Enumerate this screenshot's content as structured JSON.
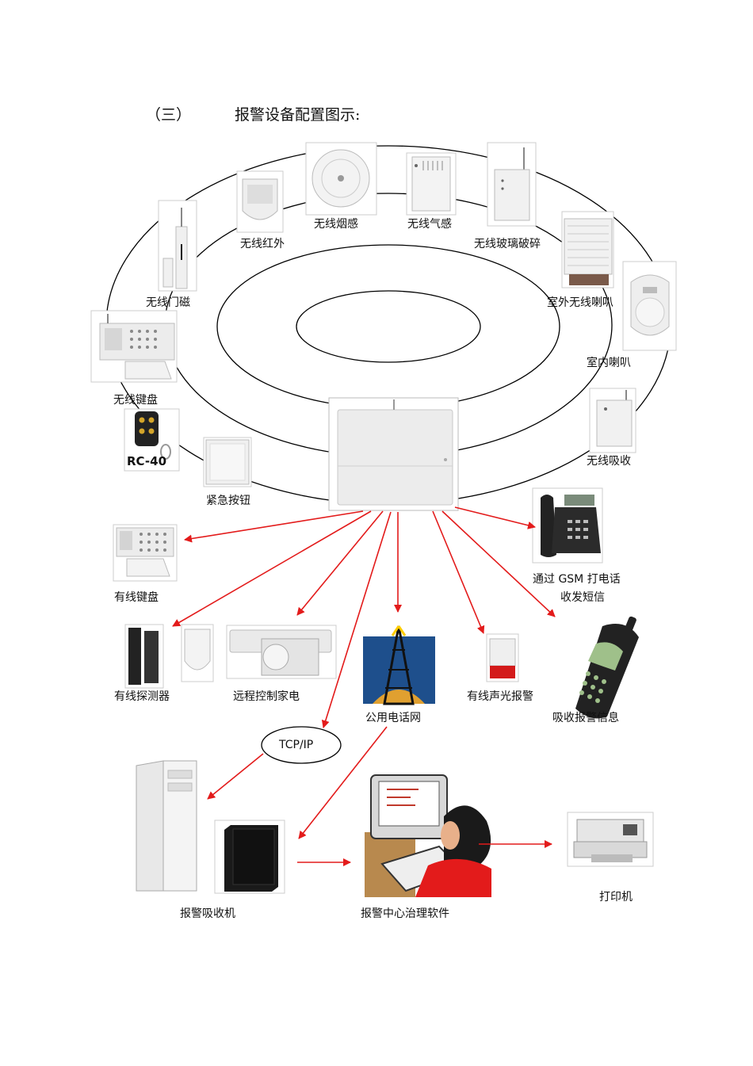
{
  "title": {
    "section": "（三）",
    "text": "报警设备配置图示:"
  },
  "wireless_devices": {
    "door_magnet": "无线门磁",
    "infrared": "无线红外",
    "smoke": "无线烟感",
    "gas": "无线气感",
    "glass_break": "无线玻璃破碎",
    "outdoor_siren": "室外无线喇叭",
    "indoor_speaker": "室内喇叭",
    "keypad": "无线键盘",
    "remote": "RC-40",
    "panic_button": "紧急按钮",
    "receiver": "无线吸收"
  },
  "wired_devices": {
    "keypad": "有线键盘",
    "detector": "有线探测器",
    "appliance": "远程控制家电",
    "pstn": "公用电话网",
    "strobe": "有线声光报警",
    "sms_line1": "通过  GSM  打电话",
    "sms_line2": "收发短信",
    "mobile": "吸收报警信息"
  },
  "network": {
    "tcpip": "TCP/IP",
    "receiver_pc": "报警吸收机",
    "software": "报警中心治理软件",
    "printer": "打印机"
  },
  "colors": {
    "arrow": "#e31b1b",
    "ring": "#000000"
  }
}
